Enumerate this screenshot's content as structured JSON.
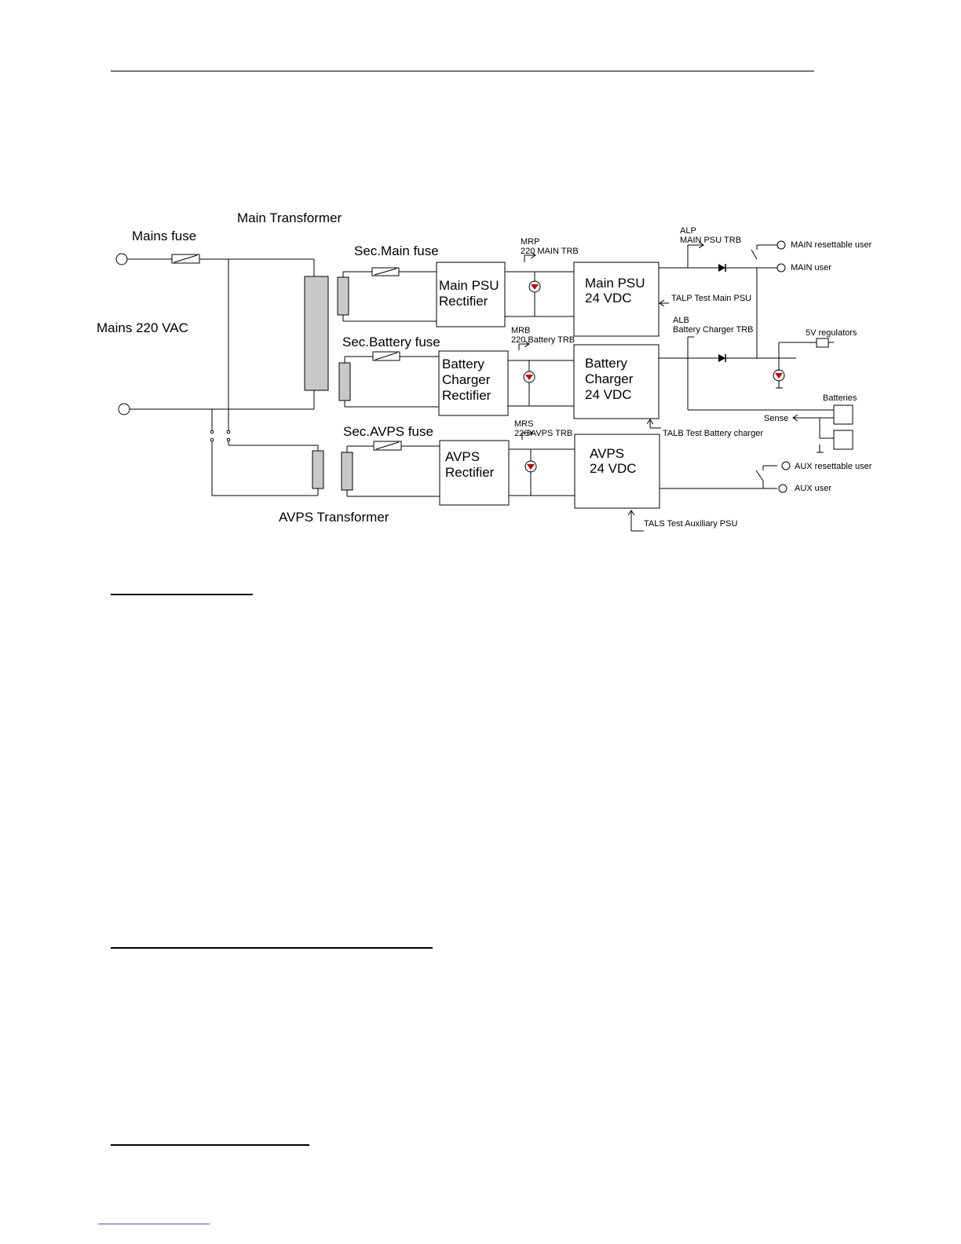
{
  "diagram": {
    "labels": {
      "main_transformer": "Main Transformer",
      "mains_fuse": "Mains fuse",
      "mains_220": "Mains 220 VAC",
      "sec_main_fuse": "Sec.Main fuse",
      "sec_battery_fuse": "Sec.Battery fuse",
      "sec_avps_fuse": "Sec.AVPS fuse",
      "avps_transformer": "AVPS  Transformer",
      "mrp": "MRP",
      "mrp_220": "220 MAIN TRB",
      "mrb": "MRB",
      "mrb_220": "220 Battery TRB",
      "mrs": "MRS",
      "mrs_220": "220 AVPS TRB",
      "alp": "ALP",
      "alp_main": "MAIN PSU TRB",
      "alb": "ALB",
      "alb_batt": "Battery Charger TRB",
      "talp": "TALP Test Main PSU",
      "talb": "TALB Test Battery charger",
      "tals": "TALS Test Auxiliary PSU",
      "main_resettable": "MAIN resettable user",
      "main_user": "MAIN user",
      "regulators": "5V regulators",
      "batteries": "Batteries",
      "sense": "Sense",
      "aux_resettable": "AUX resettable user",
      "aux_user": "AUX user"
    },
    "blocks": {
      "main_rect_1": "Main PSU",
      "main_rect_2": "Rectifier",
      "main_psu_1": "Main PSU",
      "main_psu_2": "24 VDC",
      "batt_rect_1": "Battery",
      "batt_rect_2": "Charger",
      "batt_rect_3": "Rectifier",
      "batt_chg_1": "Battery",
      "batt_chg_2": "Charger",
      "batt_chg_3": "24 VDC",
      "avps_rect_1": "AVPS",
      "avps_rect_2": "Rectifier",
      "avps_1": "AVPS",
      "avps_2": "24 VDC"
    },
    "colors": {
      "winding_fill": "#c8c8c8",
      "led_fill": "#cc0000"
    }
  }
}
